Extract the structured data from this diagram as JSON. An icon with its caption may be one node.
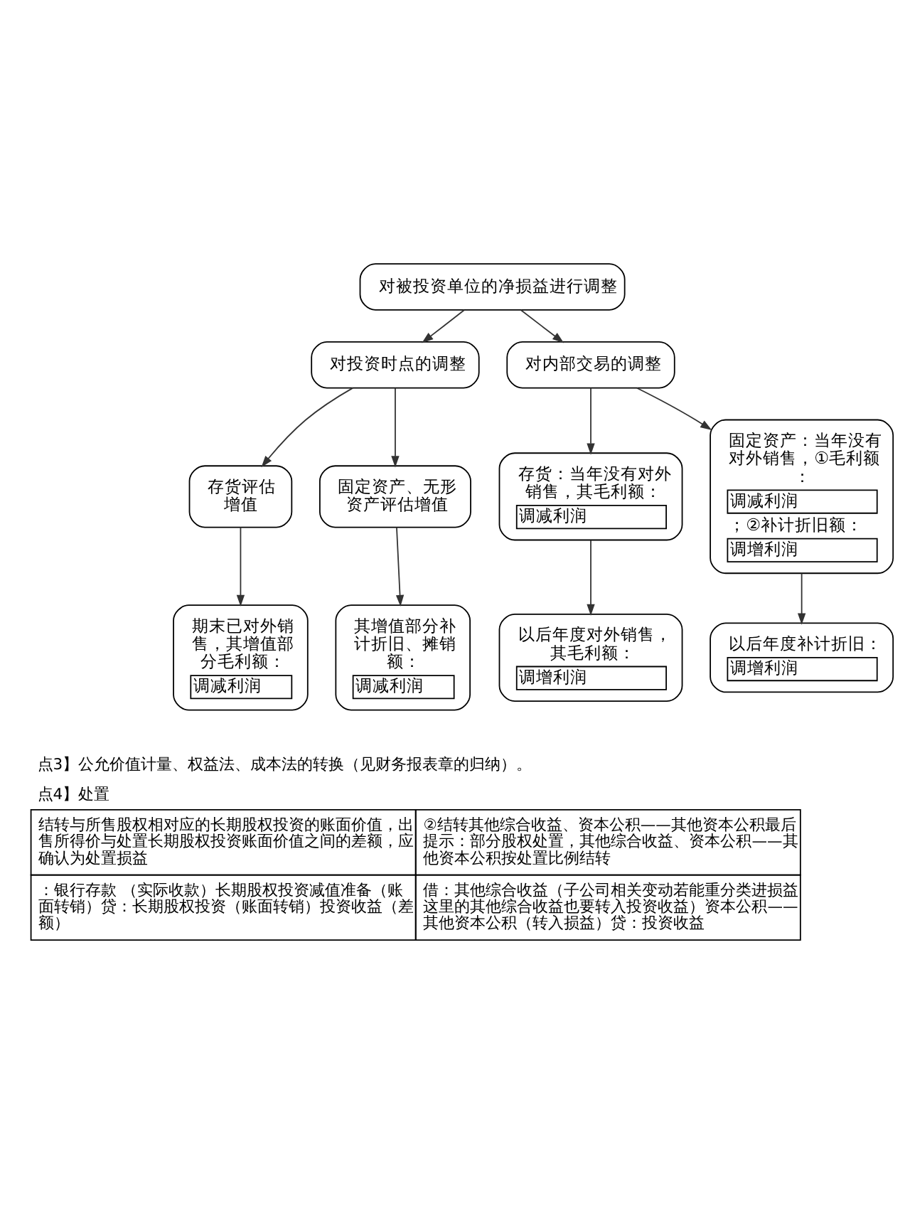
{
  "diagram": {
    "nodes": [
      {
        "text": [
          "对被投资单位的净损益进行调整"
        ]
      },
      {
        "text": [
          "对投资时点的调整"
        ]
      },
      {
        "text": [
          "对内部交易的调整"
        ]
      },
      {
        "text": [
          "存货评估增值"
        ]
      },
      {
        "text": [
          "固定资产、无形资产评估增值"
        ]
      },
      {
        "text": [
          "存货：当年没有对外销售，其毛利额：",
          "调减利润"
        ]
      },
      {
        "text": [
          "固定资产：当年没有对外销售，①毛利额：",
          "调减利润",
          "；②补计折旧额：",
          "调增利润"
        ]
      },
      {
        "text": [
          "期末已对外销售，其增值部分毛利额：",
          "调减利润"
        ]
      },
      {
        "text": [
          "其增值部分补计折旧、摊销额：",
          "调减利润"
        ]
      },
      {
        "text": [
          "以后年度对外销售，其毛利额：",
          "调增利润"
        ]
      },
      {
        "text": [
          "以后年度补计折旧：",
          "调增利润"
        ]
      }
    ],
    "edges": [
      {
        "from": 0,
        "to": 1,
        "arrow": "to"
      },
      {
        "from": 0,
        "to": 2,
        "arrow": "to"
      },
      {
        "from": 1,
        "to": 3,
        "arrow": "to"
      },
      {
        "from": 1,
        "to": 4,
        "arrow": "to"
      },
      {
        "from": 2,
        "to": 5,
        "arrow": "to"
      },
      {
        "from": 2,
        "to": 6,
        "arrow": "to"
      },
      {
        "from": 3,
        "to": 7,
        "arrow": "to"
      },
      {
        "from": 4,
        "to": 8,
        "arrow": "to"
      },
      {
        "from": 5,
        "to": 9,
        "arrow": "to"
      },
      {
        "from": 6,
        "to": 10,
        "arrow": "to"
      }
    ],
    "labels": [
      "点3】公允价值计量、权益法、成本法的转换（见财务报表章的归纳）。",
      "点4】处置",
      "结转与所售股权相对应的长期股权投资的账面价值，出售所得价与处置长期股权投资账面价值之间的差额，应确认为处置损益",
      "②结转其他综合收益、资本公积——其他资本公积最后提示：部分股权处置，其他综合收益、资本公积——其他资本公积按处置比例结转",
      "：银行存款 （实际收款）长期股权投资减值准备（账面转销）贷：长期股权投资（账面转销）投资收益（差额）",
      "借：其他综合收益（子公司相关变动若能重分类进损益这里的其他综合收益也要转入投资收益）资本公积——其他资本公积（转入损益）贷：投资收益"
    ]
  }
}
